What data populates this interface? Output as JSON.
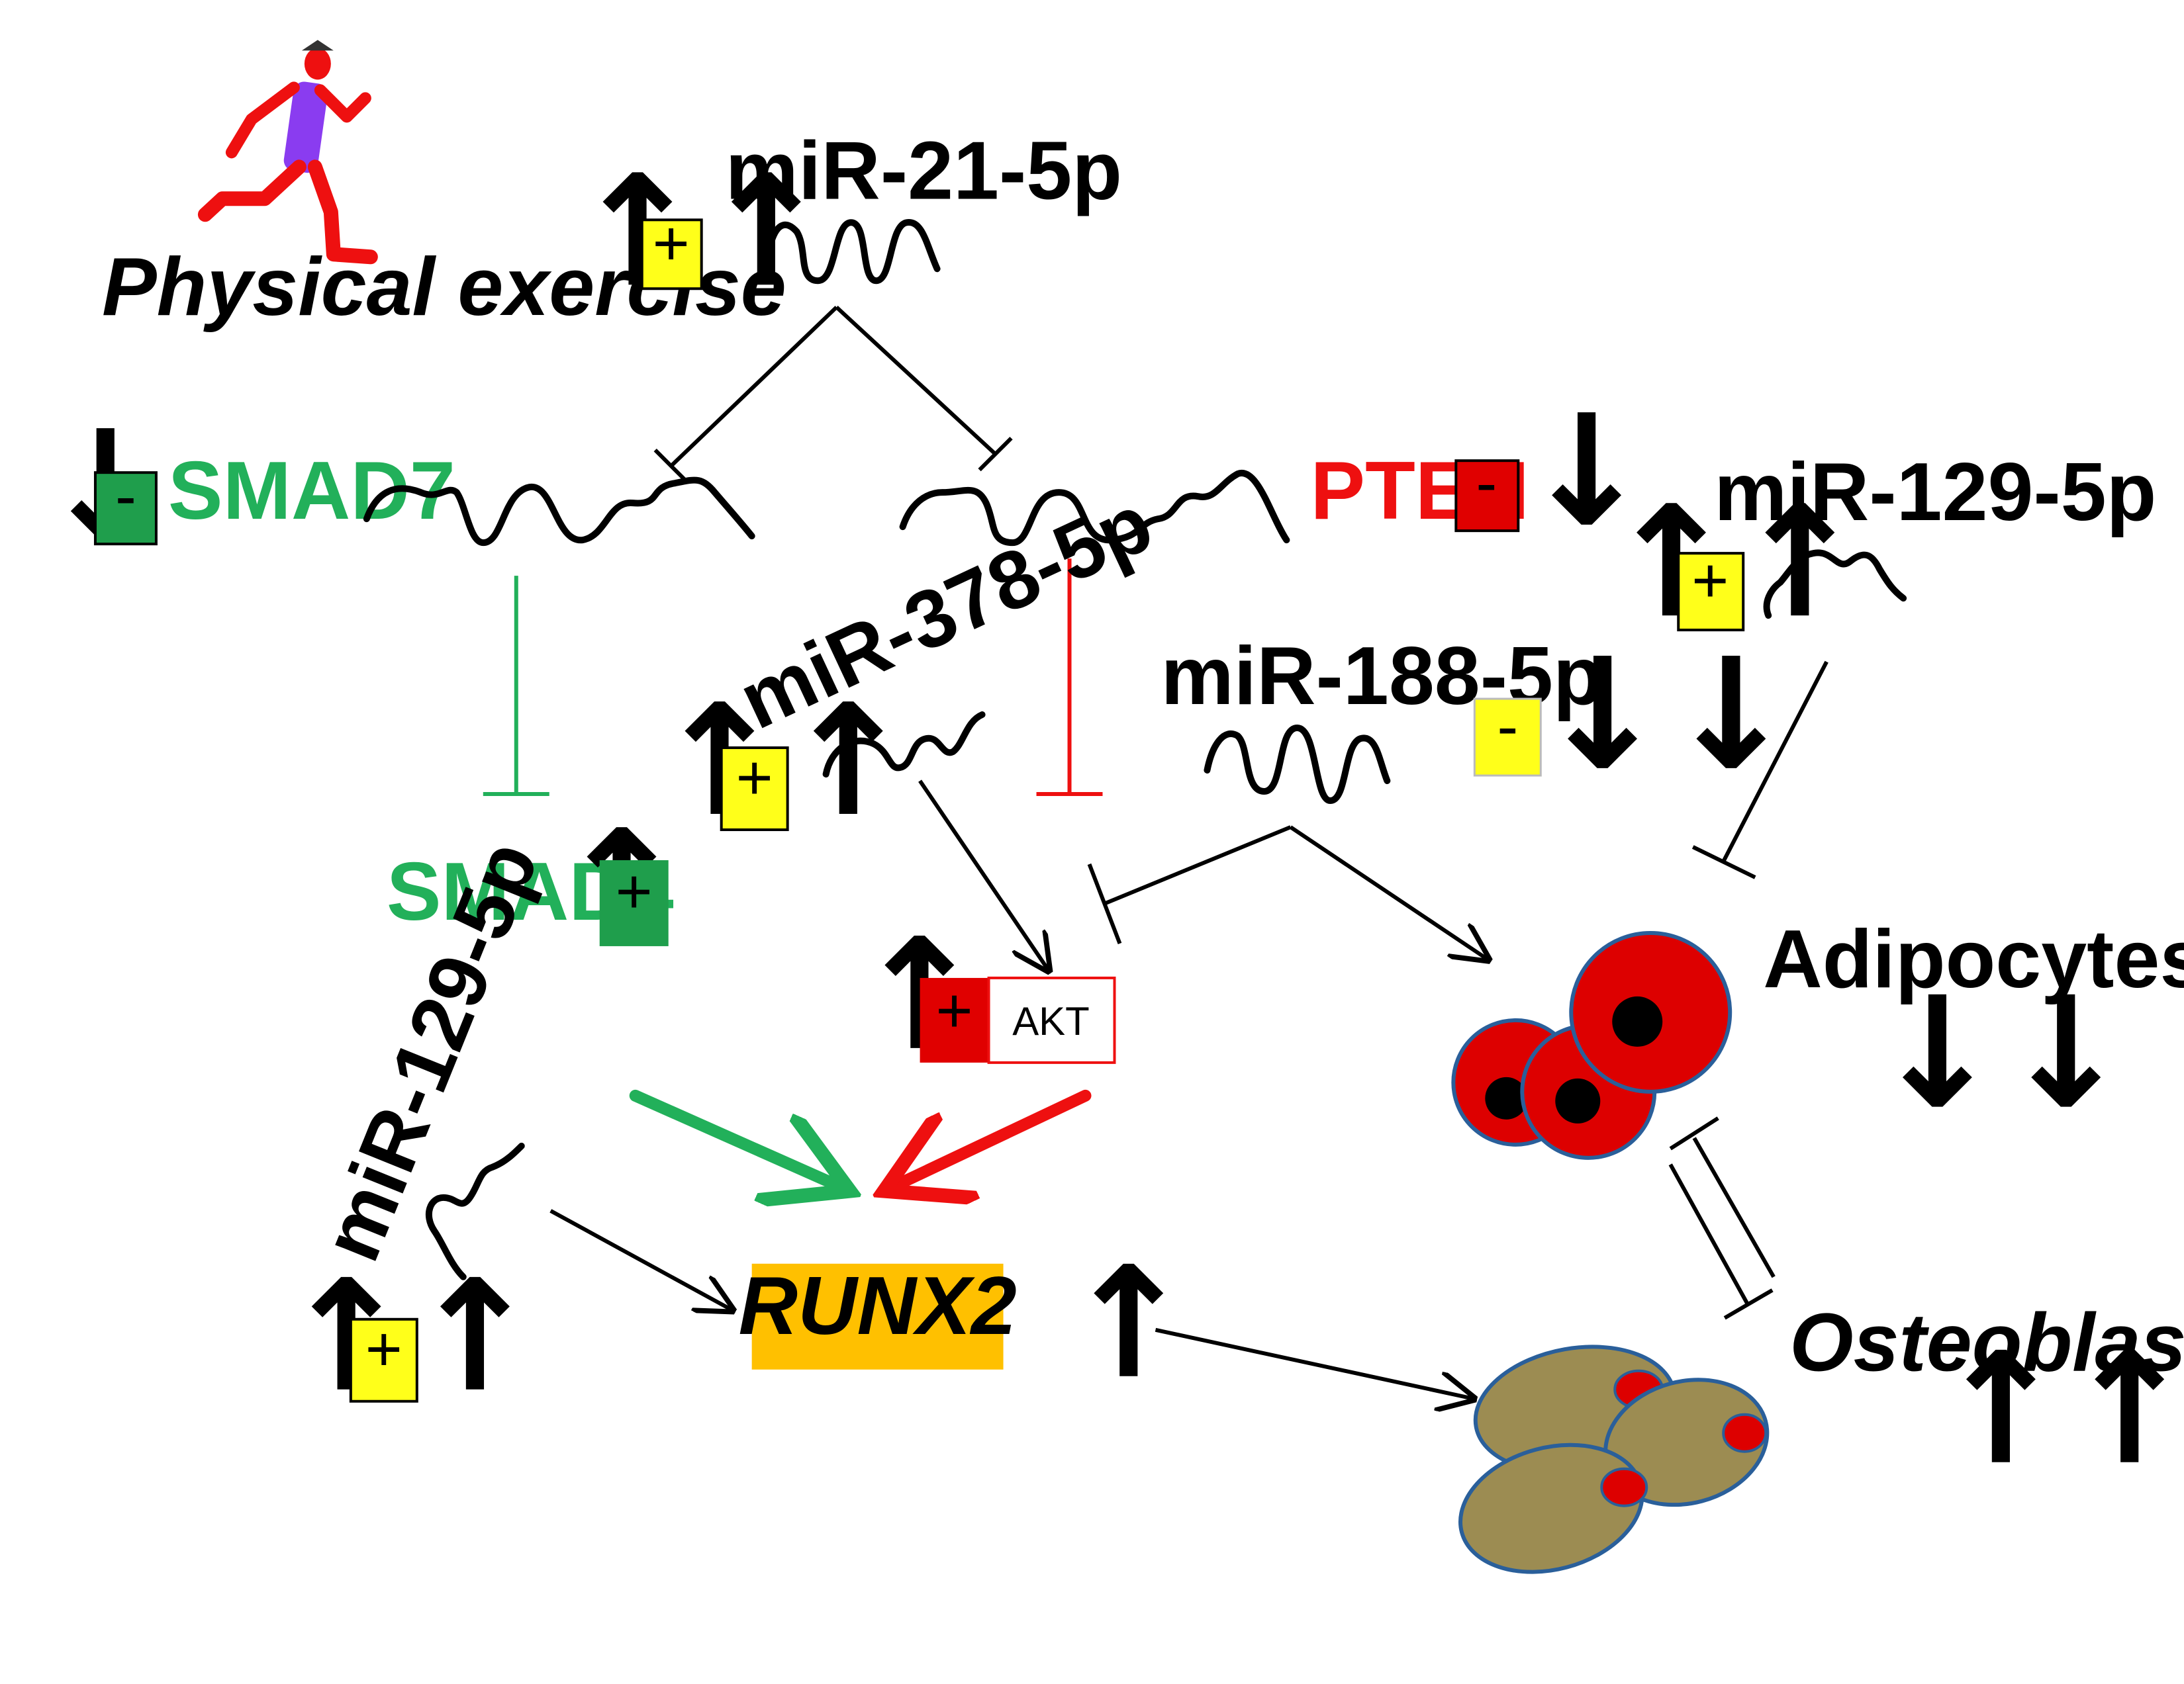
{
  "colors": {
    "green": "#22b05a",
    "green_box": "#1f9e4c",
    "red": "#ee1010",
    "red_box": "#e00000",
    "yellow": "#ffff1a",
    "orange": "#ffc000",
    "olive": "#9c8c52",
    "cell_border": "#2a5f9a",
    "black": "#000000"
  },
  "icons": {
    "runner": "runner-icon",
    "rna": "rna-strand-icon",
    "adipocyte": "adipocyte-cell-icon",
    "osteoblast": "osteoblast-cell-icon"
  },
  "labels": {
    "physical_exercise": "Physical exercise",
    "mir21": "miR-21-5p",
    "smad7": "SMAD7",
    "pten": "PTEN",
    "mir129_top": "miR-129-5p",
    "mir378": "miR-378-5p",
    "mir188": "miR-188-5p",
    "smad4": "SMAD4",
    "akt": "AKT",
    "mir129_bottom": "miR-129-5p",
    "runx2": "RUNX2",
    "adipocytes": "Adipocytes",
    "osteoblasts": "Osteoblasts"
  },
  "signs": {
    "mir21": "+",
    "smad7": "-",
    "pten": "-",
    "mir129_top": "+",
    "mir378": "+",
    "mir188": "-",
    "smad4": "+",
    "akt": "+",
    "mir129_bottom": "+"
  },
  "trends": {
    "mir21": "↑↑",
    "smad7": "↓",
    "pten": "↓",
    "mir129_top": "↑↑",
    "mir378": "↑↑",
    "mir188": "↓↓",
    "smad4": "↑",
    "akt": "↑",
    "mir129_bottom": "↑↑",
    "runx2": "↑",
    "adipocytes": "↓↓",
    "osteoblasts": "↑↑↑"
  }
}
